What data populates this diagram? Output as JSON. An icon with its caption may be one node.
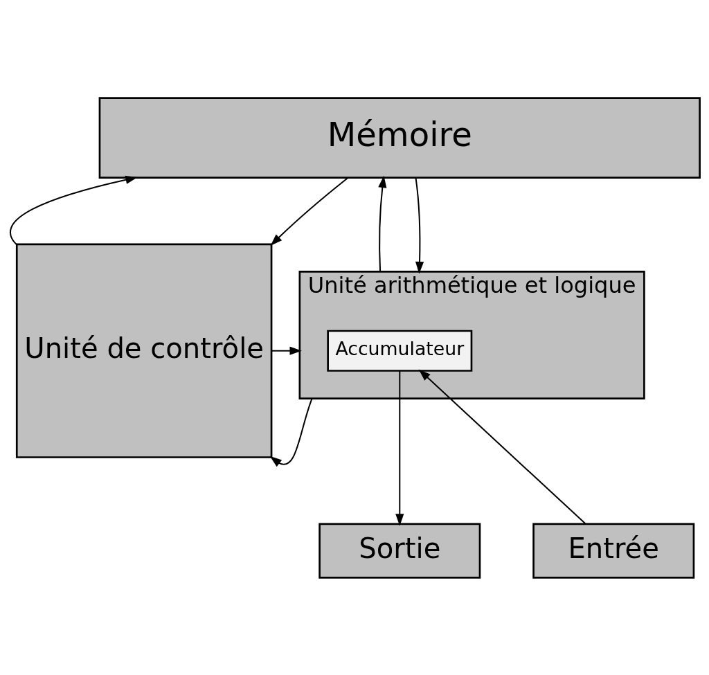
{
  "diagram": {
    "nodes": [
      {
        "text": [
          "Mémoire"
        ]
      },
      {
        "text": [
          "Unité de contrôle"
        ]
      },
      {
        "text": [
          "Unité arithmétique et logique"
        ]
      },
      {
        "text": [
          "Accumulateur"
        ],
        "in": 2
      },
      {
        "text": [
          "Entrée"
        ]
      },
      {
        "text": [
          "Sortie"
        ]
      }
    ],
    "edges": [
      {
        "from": 1,
        "to": 0,
        "arrow": "to"
      },
      {
        "from": 0,
        "to": 1,
        "arrow": "to"
      },
      {
        "from": 2,
        "to": 0,
        "arrow": "to"
      },
      {
        "from": 0,
        "to": 2,
        "arrow": "to"
      },
      {
        "from": 1,
        "to": 2,
        "arrow": "to"
      },
      {
        "from": 2,
        "to": 1,
        "arrow": "to"
      },
      {
        "from": 4,
        "to": 3,
        "arrow": "to"
      },
      {
        "from": 3,
        "to": 5,
        "arrow": "to"
      }
    ]
  }
}
